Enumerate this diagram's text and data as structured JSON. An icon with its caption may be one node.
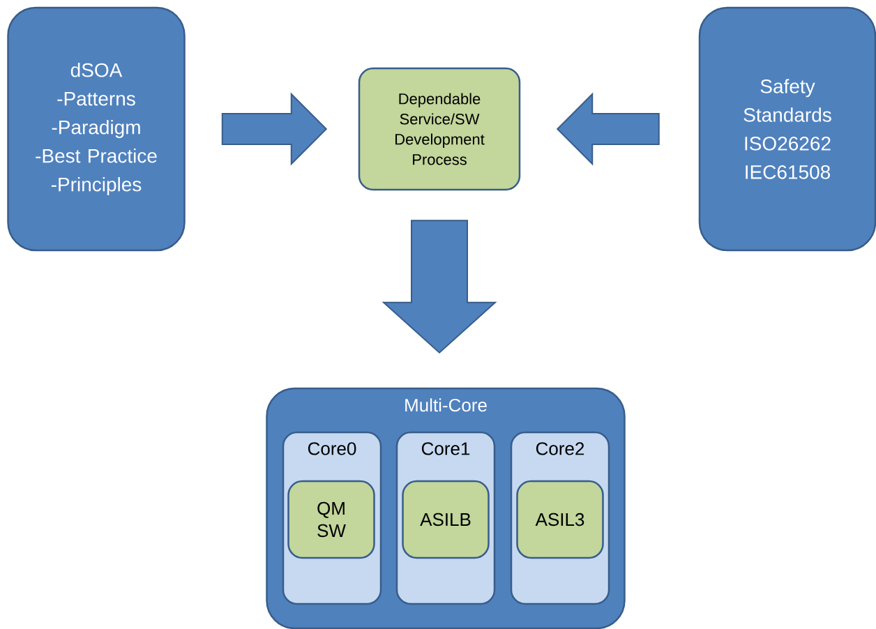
{
  "diagram": {
    "nodes": [
      {
        "text": [
          "dSOA",
          "-Patterns",
          "-Paradigm",
          "-Best Practice",
          "-Principles"
        ]
      },
      {
        "text": [
          "Dependable Service/SW Development Process"
        ]
      },
      {
        "text": [
          "Safety Standards",
          "ISO26262",
          "IEC61508"
        ]
      },
      {
        "text": [
          "Multi-Core"
        ]
      },
      {
        "text": [
          "Core0"
        ],
        "in": 3
      },
      {
        "text": [
          "QM SW"
        ],
        "in": 4
      },
      {
        "text": [
          "Core1"
        ],
        "in": 3
      },
      {
        "text": [
          "ASILB"
        ],
        "in": 6
      },
      {
        "text": [
          "Core2"
        ],
        "in": 3
      },
      {
        "text": [
          "ASIL3"
        ],
        "in": 8
      }
    ],
    "edges": [
      {
        "from": 0,
        "to": 1,
        "arrow": "to"
      },
      {
        "from": 2,
        "to": 1,
        "arrow": "to"
      },
      {
        "from": 1,
        "to": 3,
        "arrow": "to"
      }
    ]
  }
}
